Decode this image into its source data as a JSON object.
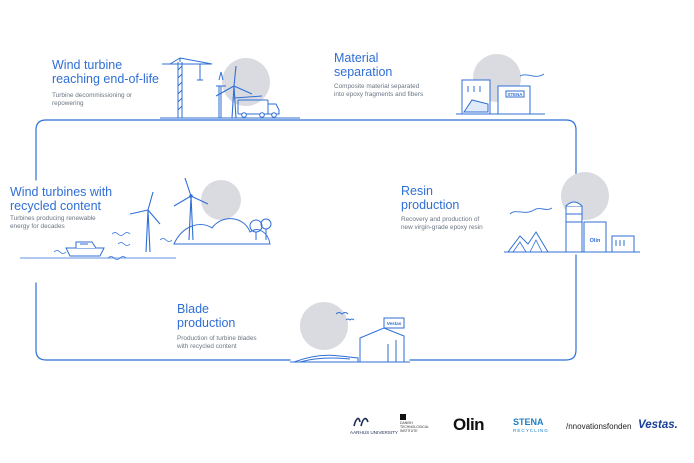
{
  "steps": [
    {
      "title_line1": "Wind turbine",
      "title_line2": "reaching end-of-life",
      "desc_line1": "Turbine decommissioning or",
      "desc_line2": "repowering"
    },
    {
      "title_line1": "Material",
      "title_line2": "separation",
      "desc_line1": "Composite material separated",
      "desc_line2": "into epoxy fragments and fibers"
    },
    {
      "title_line1": "Resin",
      "title_line2": "production",
      "desc_line1": "Recovery and production of",
      "desc_line2": "new virgin-grade epoxy resin"
    },
    {
      "title_line1": "Blade",
      "title_line2": "production",
      "desc_line1": "Production of turbine blades",
      "desc_line2": "with recycled content"
    },
    {
      "title_line1": "Wind turbines with",
      "title_line2": "recycled content",
      "desc_line1": "Turbines producing renewable",
      "desc_line2": "energy for decades"
    }
  ],
  "illustration_labels": {
    "stena_sign": "STENA",
    "olin_sign": "Olin",
    "vestas_sign": "Vestas"
  },
  "partners": {
    "aarhus": "AARHUS UNIVERSITY",
    "dti_line1": "DANISH",
    "dti_line2": "TECHNOLOGICAL",
    "dti_line3": "INSTITUTE",
    "olin": "Olin",
    "stena_line1": "STENA",
    "stena_line2": "RECYCLING",
    "innovation": "/nnovationsfonden",
    "vestas": "Vestas."
  },
  "colors": {
    "accent_blue": "#2f6fd6",
    "sun_grey": "#d9dbe0",
    "text_grey": "#6b7683",
    "line_dark": "#1f3f8a"
  }
}
